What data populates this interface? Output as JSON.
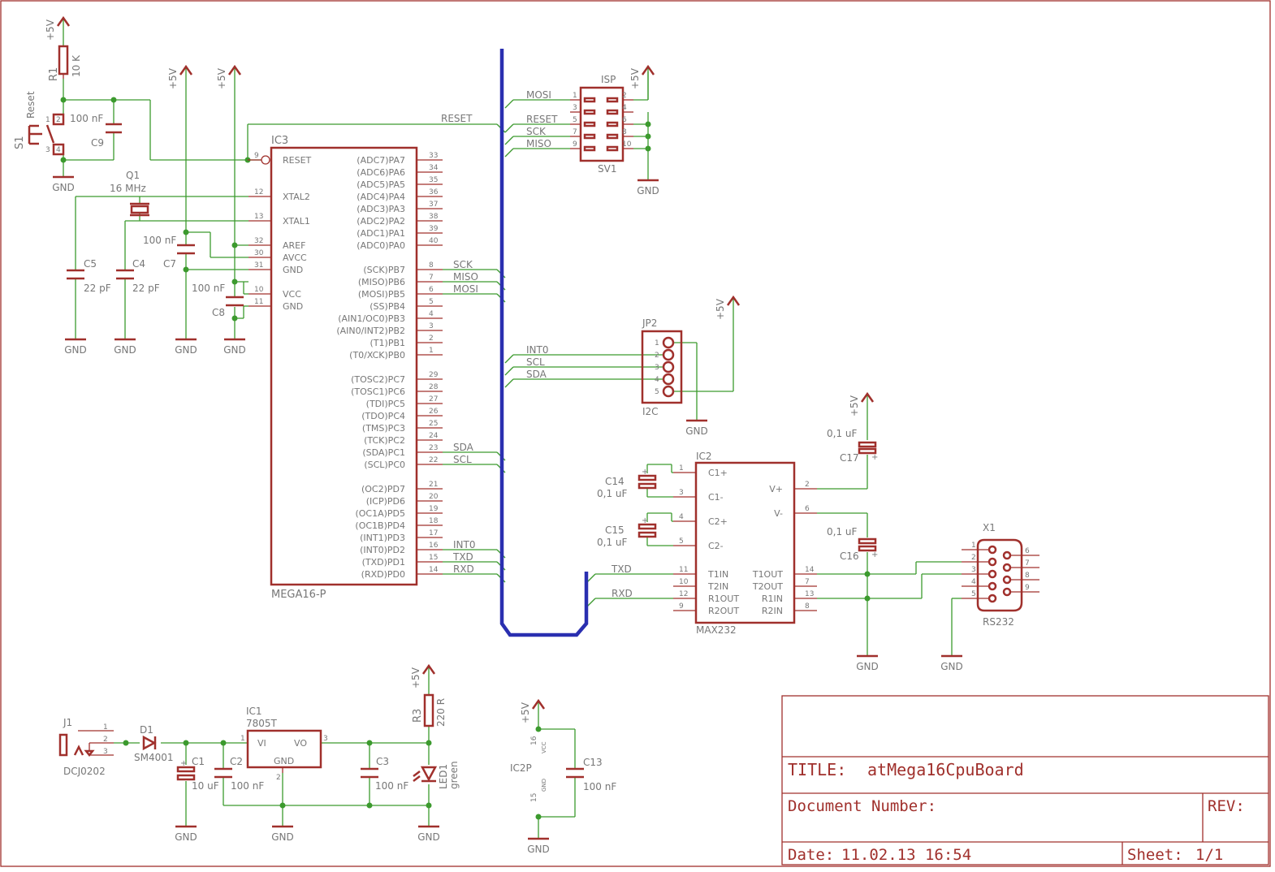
{
  "supply": "+5V",
  "ground": "GND",
  "title_block": {
    "title_label": "TITLE:",
    "title": "atMega16CpuBoard",
    "docnum_label": "Document Number:",
    "rev_label": "REV:",
    "date_label": "Date:",
    "date": "11.02.13 16:54",
    "sheet_label": "Sheet:",
    "sheet": "1/1"
  },
  "reset": {
    "r_name": "R1",
    "r_value": "10 K",
    "sw_name": "S1",
    "sw_label": "Reset",
    "c_name": "C9",
    "c_value": "100 nF"
  },
  "crystal": {
    "name": "Q1",
    "value": "16 MHz",
    "c5": "C5",
    "c4": "C4",
    "cap_value": "22 pF",
    "c7": "C7",
    "c8": "C8",
    "c100": "100 nF"
  },
  "mcu": {
    "name": "IC3",
    "value": "MEGA16-P",
    "left_pins": [
      {
        "num": "9",
        "name": "RESET"
      },
      {
        "num": "12",
        "name": "XTAL2"
      },
      {
        "num": "13",
        "name": "XTAL1"
      },
      {
        "num": "32",
        "name": "AREF"
      },
      {
        "num": "30",
        "name": "AVCC"
      },
      {
        "num": "31",
        "name": "GND"
      },
      {
        "num": "10",
        "name": "VCC"
      },
      {
        "num": "11",
        "name": "GND"
      }
    ],
    "right_pins": [
      {
        "num": "33",
        "name": "(ADC7)PA7"
      },
      {
        "num": "34",
        "name": "(ADC6)PA6"
      },
      {
        "num": "35",
        "name": "(ADC5)PA5"
      },
      {
        "num": "36",
        "name": "(ADC4)PA4"
      },
      {
        "num": "37",
        "name": "(ADC3)PA3"
      },
      {
        "num": "38",
        "name": "(ADC2)PA2"
      },
      {
        "num": "39",
        "name": "(ADC1)PA1"
      },
      {
        "num": "40",
        "name": "(ADC0)PA0"
      },
      {
        "num": "8",
        "name": "(SCK)PB7",
        "net": "SCK"
      },
      {
        "num": "7",
        "name": "(MISO)PB6",
        "net": "MISO"
      },
      {
        "num": "6",
        "name": "(MOSI)PB5",
        "net": "MOSI"
      },
      {
        "num": "5",
        "name": "(SS)PB4"
      },
      {
        "num": "4",
        "name": "(AIN1/OC0)PB3"
      },
      {
        "num": "3",
        "name": "(AIN0/INT2)PB2"
      },
      {
        "num": "2",
        "name": "(T1)PB1"
      },
      {
        "num": "1",
        "name": "(T0/XCK)PB0"
      },
      {
        "num": "29",
        "name": "(TOSC2)PC7"
      },
      {
        "num": "28",
        "name": "(TOSC1)PC6"
      },
      {
        "num": "27",
        "name": "(TDI)PC5"
      },
      {
        "num": "26",
        "name": "(TDO)PC4"
      },
      {
        "num": "25",
        "name": "(TMS)PC3"
      },
      {
        "num": "24",
        "name": "(TCK)PC2"
      },
      {
        "num": "23",
        "name": "(SDA)PC1",
        "net": "SDA"
      },
      {
        "num": "22",
        "name": "(SCL)PC0",
        "net": "SCL"
      },
      {
        "num": "21",
        "name": "(OC2)PD7"
      },
      {
        "num": "20",
        "name": "(ICP)PD6"
      },
      {
        "num": "19",
        "name": "(OC1A)PD5"
      },
      {
        "num": "18",
        "name": "(OC1B)PD4"
      },
      {
        "num": "17",
        "name": "(INT1)PD3"
      },
      {
        "num": "16",
        "name": "(INT0)PD2",
        "net": "INT0"
      },
      {
        "num": "15",
        "name": "(TXD)PD1",
        "net": "TXD"
      },
      {
        "num": "14",
        "name": "(RXD)PD0",
        "net": "RXD"
      }
    ]
  },
  "isp": {
    "name": "ISP",
    "ref": "SV1",
    "left_pins": [
      {
        "num": "1",
        "net": "MOSI"
      },
      {
        "num": "3",
        "net": ""
      },
      {
        "num": "5",
        "net": "RESET"
      },
      {
        "num": "7",
        "net": "SCK"
      },
      {
        "num": "9",
        "net": "MISO"
      }
    ],
    "right_pins": [
      "2",
      "4",
      "6",
      "8",
      "10"
    ],
    "reset_net": "RESET"
  },
  "i2c": {
    "name": "JP2",
    "ref": "I2C",
    "pins": [
      "1",
      "2",
      "3",
      "4",
      "5"
    ],
    "nets": [
      "INT0",
      "SCL",
      "SDA"
    ]
  },
  "max232": {
    "name": "IC2",
    "value": "MAX232",
    "left_pins": [
      {
        "num": "1",
        "name": "C1+"
      },
      {
        "num": "3",
        "name": "C1-"
      },
      {
        "num": "4",
        "name": "C2+"
      },
      {
        "num": "5",
        "name": "C2-"
      },
      {
        "num": "11",
        "name": "T1IN"
      },
      {
        "num": "10",
        "name": "T2IN"
      },
      {
        "num": "12",
        "name": "R1OUT"
      },
      {
        "num": "9",
        "name": "R2OUT"
      }
    ],
    "right_pins": [
      {
        "num": "2",
        "name": "V+"
      },
      {
        "num": "6",
        "name": "V-"
      },
      {
        "num": "14",
        "name": "T1OUT"
      },
      {
        "num": "7",
        "name": "T2OUT"
      },
      {
        "num": "13",
        "name": "R1IN"
      },
      {
        "num": "8",
        "name": "R2IN"
      }
    ],
    "txd": "TXD",
    "rxd": "RXD",
    "c14": "C14",
    "c15": "C15",
    "c16": "C16",
    "c17": "C17",
    "cap": "0,1 uF"
  },
  "rs232": {
    "name": "X1",
    "value": "RS232",
    "left": [
      "1",
      "2",
      "3",
      "4",
      "5"
    ],
    "right": [
      "6",
      "7",
      "8",
      "9"
    ]
  },
  "power": {
    "jack": "J1",
    "jack_value": "DCJ0202",
    "jack_pins": [
      "1",
      "2",
      "3"
    ],
    "diode": "D1",
    "diode_value": "SM4001",
    "c1": "C1",
    "c1_value": "10 uF",
    "c2": "C2",
    "c2_value": "100 nF",
    "reg": "IC1",
    "reg_value": "7805T",
    "reg_vi": "VI",
    "reg_vo": "VO",
    "reg_gnd": "GND",
    "reg_pins": [
      "1",
      "3",
      "2"
    ],
    "c3": "C3",
    "c3_value": "100 nF",
    "r3": "R3",
    "r3_value": "220 R",
    "led": "LED1",
    "led_value": "green"
  },
  "ic2p": {
    "name": "IC2P",
    "vcc": "VCC",
    "gnd": "GND",
    "pin_vcc": "16",
    "pin_gnd": "15",
    "c13": "C13",
    "c13_value": "100 nF"
  }
}
